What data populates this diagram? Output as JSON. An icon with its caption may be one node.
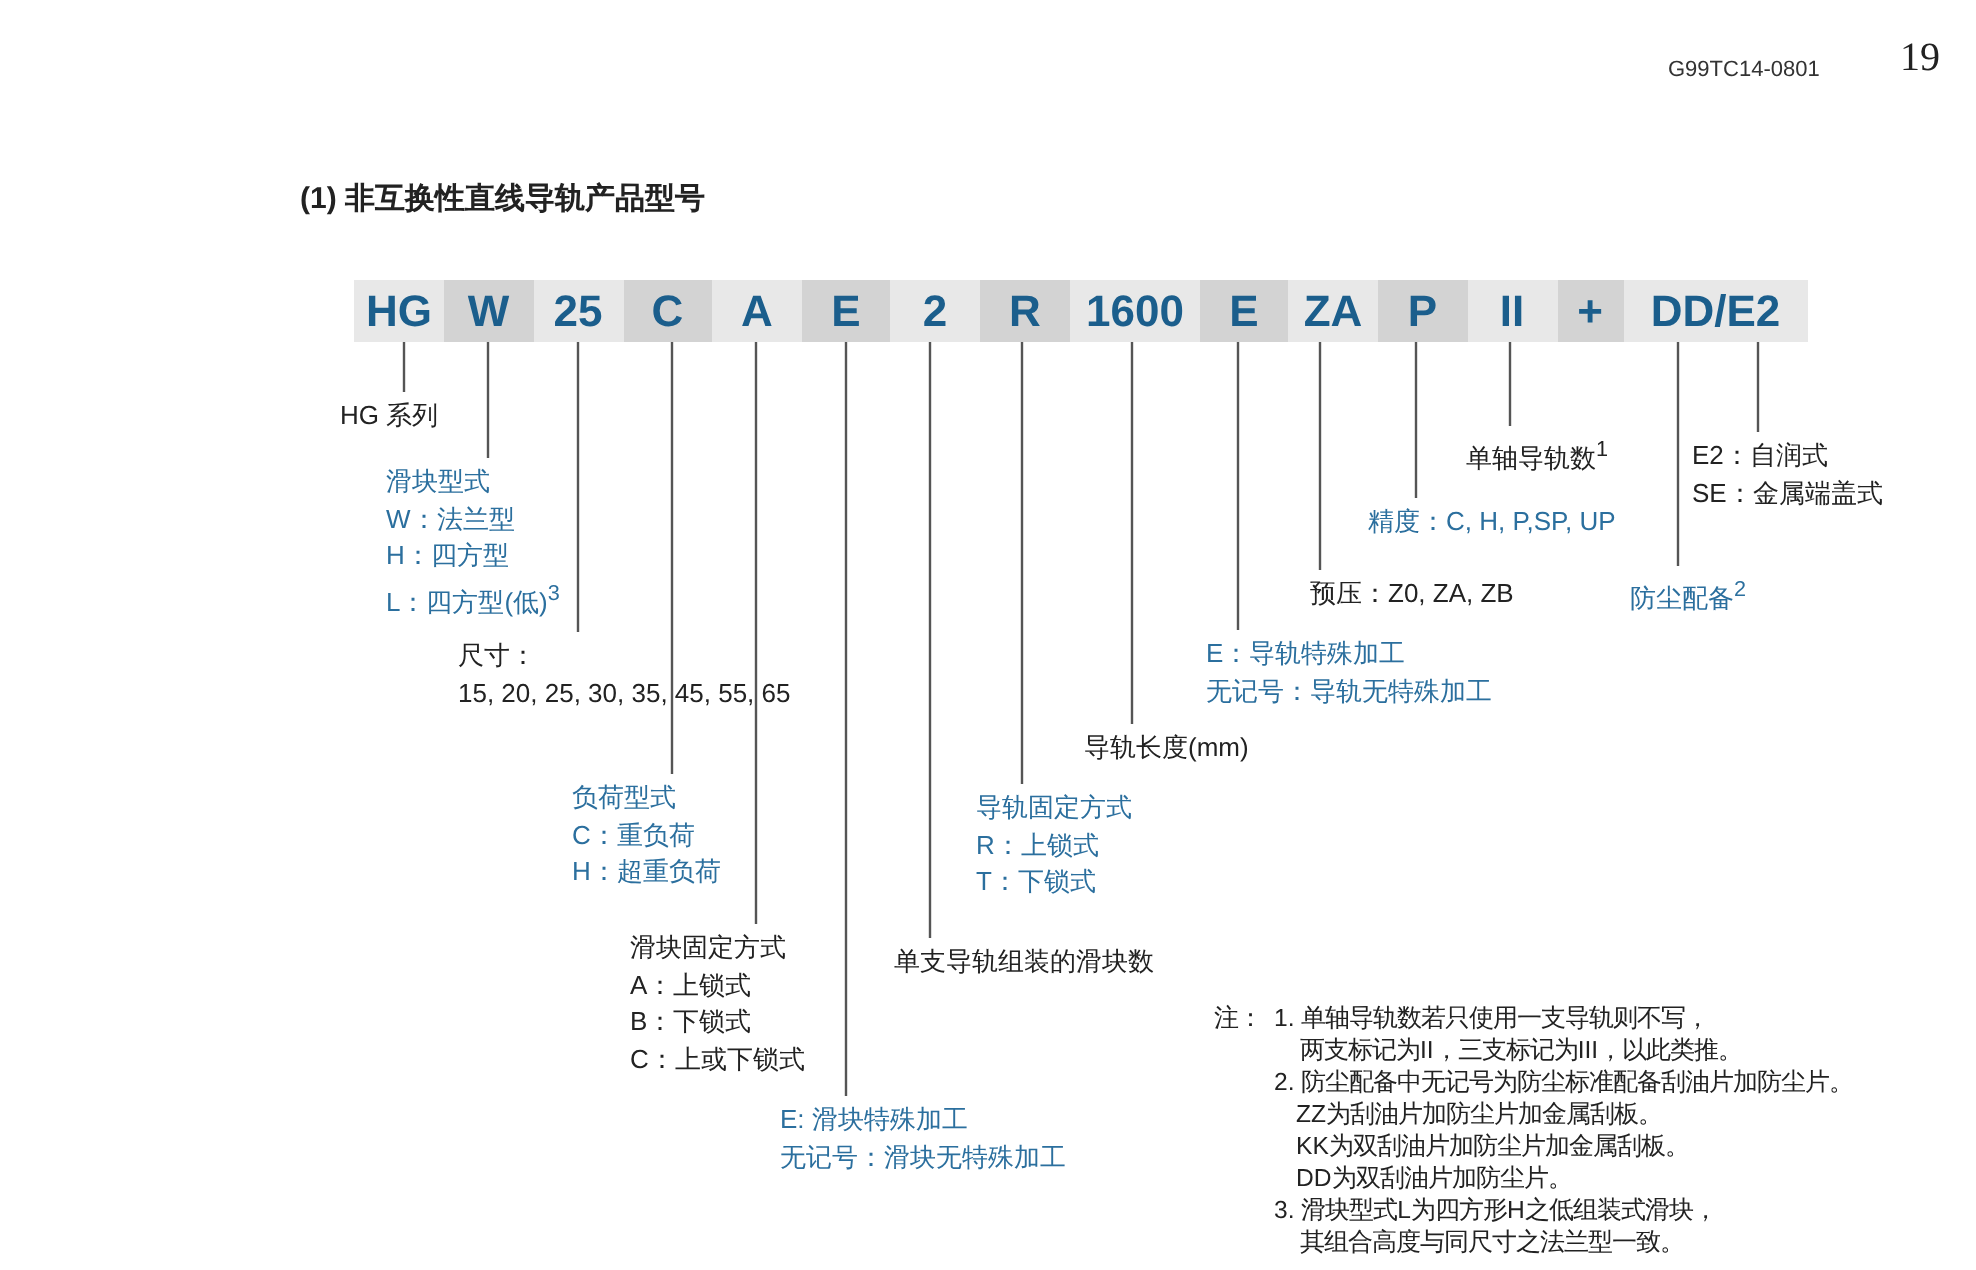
{
  "diagram": {
    "title": "(1) 非互换性直线导轨产品型号",
    "nodes": [
      {
        "text": [
          "HG"
        ]
      },
      {
        "text": [
          "W"
        ]
      },
      {
        "text": [
          "25"
        ]
      },
      {
        "text": [
          "C"
        ]
      },
      {
        "text": [
          "A"
        ]
      },
      {
        "text": [
          "E"
        ]
      },
      {
        "text": [
          "2"
        ]
      },
      {
        "text": [
          "R"
        ]
      },
      {
        "text": [
          "1600"
        ]
      },
      {
        "text": [
          "E"
        ]
      },
      {
        "text": [
          "ZA"
        ]
      },
      {
        "text": [
          "P"
        ]
      },
      {
        "text": [
          "II"
        ]
      },
      {
        "text": [
          "+"
        ]
      },
      {
        "text": [
          "DD/E2"
        ]
      },
      {
        "text": [
          "HG 系列"
        ]
      },
      {
        "text": [
          "滑块型式",
          "W：法兰型",
          "H：四方型",
          "L：四方型(低)$^{3}$"
        ]
      },
      {
        "text": [
          "尺寸：",
          "15, 20, 25, 30, 35, 45, 55, 65"
        ]
      },
      {
        "text": [
          "负荷型式",
          "C：重负荷",
          "H：超重负荷"
        ]
      },
      {
        "text": [
          "滑块固定方式",
          "A：上锁式",
          "B：下锁式",
          "C：上或下锁式"
        ]
      },
      {
        "text": [
          "E: 滑块特殊加工",
          "无记号：滑块无特殊加工"
        ]
      },
      {
        "text": [
          "单支导轨组装的滑块数"
        ]
      },
      {
        "text": [
          "导轨固定方式",
          "R：上锁式",
          "T：下锁式"
        ]
      },
      {
        "text": [
          "导轨长度(mm)"
        ]
      },
      {
        "text": [
          "E：导轨特殊加工",
          "无记号：导轨无特殊加工"
        ]
      },
      {
        "text": [
          "预压：Z0, ZA, ZB"
        ]
      },
      {
        "text": [
          "精度：C, H, P,SP, UP"
        ]
      },
      {
        "text": [
          "单轴导轨数$^{1}$"
        ]
      },
      {
        "text": [
          "防尘配备$^{2}$"
        ]
      },
      {
        "text": [
          "E2：自润式",
          "SE：金属端盖式"
        ]
      }
    ],
    "edges": [
      {
        "from": 15,
        "to": 0,
        "arrow": "none"
      },
      {
        "from": 16,
        "to": 1,
        "arrow": "none"
      },
      {
        "from": 17,
        "to": 2,
        "arrow": "none"
      },
      {
        "from": 18,
        "to": 3,
        "arrow": "none"
      },
      {
        "from": 19,
        "to": 4,
        "arrow": "none"
      },
      {
        "from": 20,
        "to": 5,
        "arrow": "none"
      },
      {
        "from": 21,
        "to": 6,
        "arrow": "none"
      },
      {
        "from": 22,
        "to": 7,
        "arrow": "none"
      },
      {
        "from": 23,
        "to": 8,
        "arrow": "none"
      },
      {
        "from": 24,
        "to": 9,
        "arrow": "none"
      },
      {
        "from": 25,
        "to": 10,
        "arrow": "none"
      },
      {
        "from": 26,
        "to": 11,
        "arrow": "none"
      },
      {
        "from": 27,
        "to": 12,
        "arrow": "none"
      },
      {
        "from": 28,
        "to": 14,
        "arrow": "none"
      },
      {
        "from": 29,
        "to": 14,
        "arrow": "none"
      }
    ],
    "labels": [
      "G99TC14-0801",
      "19",
      "注：",
      "1. 单轴导轨数若只使用一支导轨则不写，两支标记为II，三支标记为III，以此类推。",
      "2. 防尘配备中无记号为防尘标准配备刮油片加防尘片。",
      "ZZ为刮油片加防尘片加金属刮板。",
      "KK为双刮油片加防尘片加金属刮板。",
      "DD为双刮油片加防尘片。",
      "3. 滑块型式L为四方形H之低组装式滑块，其组合高度与同尺寸之法兰型一致。"
    ]
  }
}
